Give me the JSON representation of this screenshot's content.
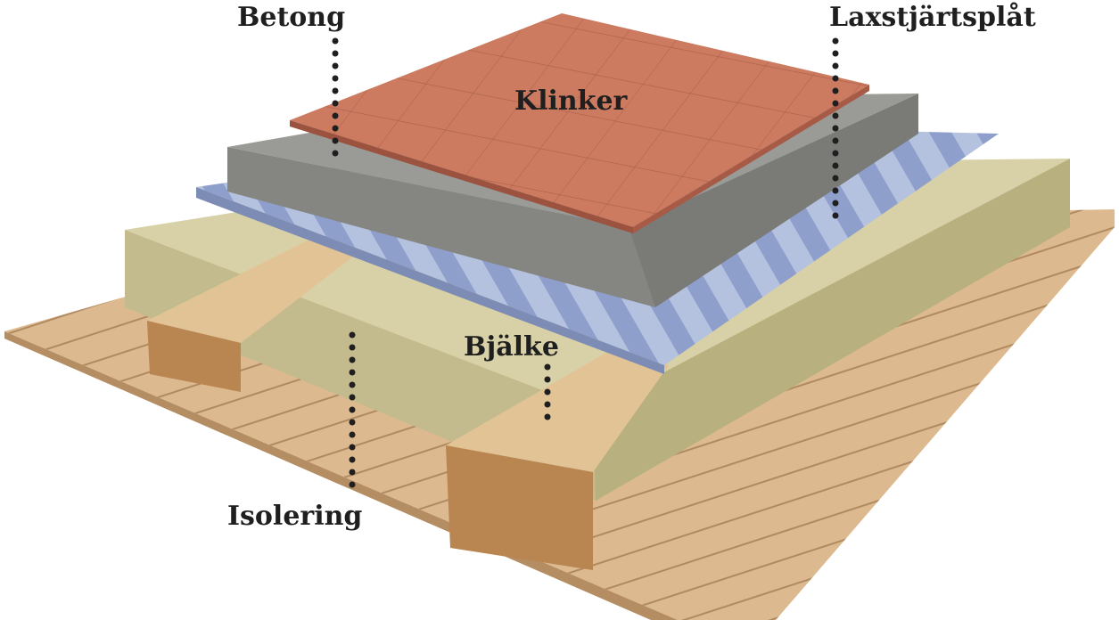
{
  "labels": {
    "betong": "Betong",
    "laxstjartsplat": "Laxstjärtsplåt",
    "klinker": "Klinker",
    "bjalke": "Bjälke",
    "isolering": "Isolering"
  },
  "colors": {
    "tile": "#c9775e",
    "concrete": "#8f8f8c",
    "metal": "#aab8d6",
    "insulation": "#cfc79c",
    "wood": "#d9b487",
    "text": "#1f1f1f"
  }
}
